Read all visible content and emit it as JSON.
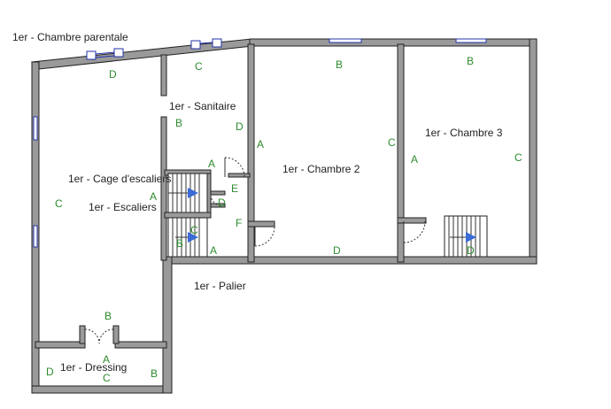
{
  "rooms": {
    "chambre_parentale": "1er - Chambre parentale",
    "sanitaire": "1er - Sanitaire",
    "cage_escaliers": "1er - Cage d'escaliers",
    "escaliers": "1er - Escaliers",
    "chambre_2": "1er - Chambre 2",
    "chambre_3": "1er - Chambre 3",
    "palier": "1er - Palier",
    "dressing": "1er - Dressing"
  },
  "walls": {
    "parentale": [
      "D",
      "C",
      "A",
      "B"
    ],
    "sanitaire": [
      "C",
      "B",
      "D",
      "A"
    ],
    "small_rooms": [
      "E",
      "F",
      "D",
      "C",
      "B",
      "A"
    ],
    "chambre_2": [
      "B",
      "A",
      "C",
      "D"
    ],
    "chambre_3": [
      "B",
      "A",
      "C",
      "D"
    ],
    "dressing": [
      "B",
      "A",
      "D",
      "C",
      "B"
    ]
  },
  "colors": {
    "wall_fill": "#9a9a9a",
    "window": "#2233aa",
    "wall_letter": "#2e8b2e",
    "stair_arrow": "#3a6bd6"
  }
}
